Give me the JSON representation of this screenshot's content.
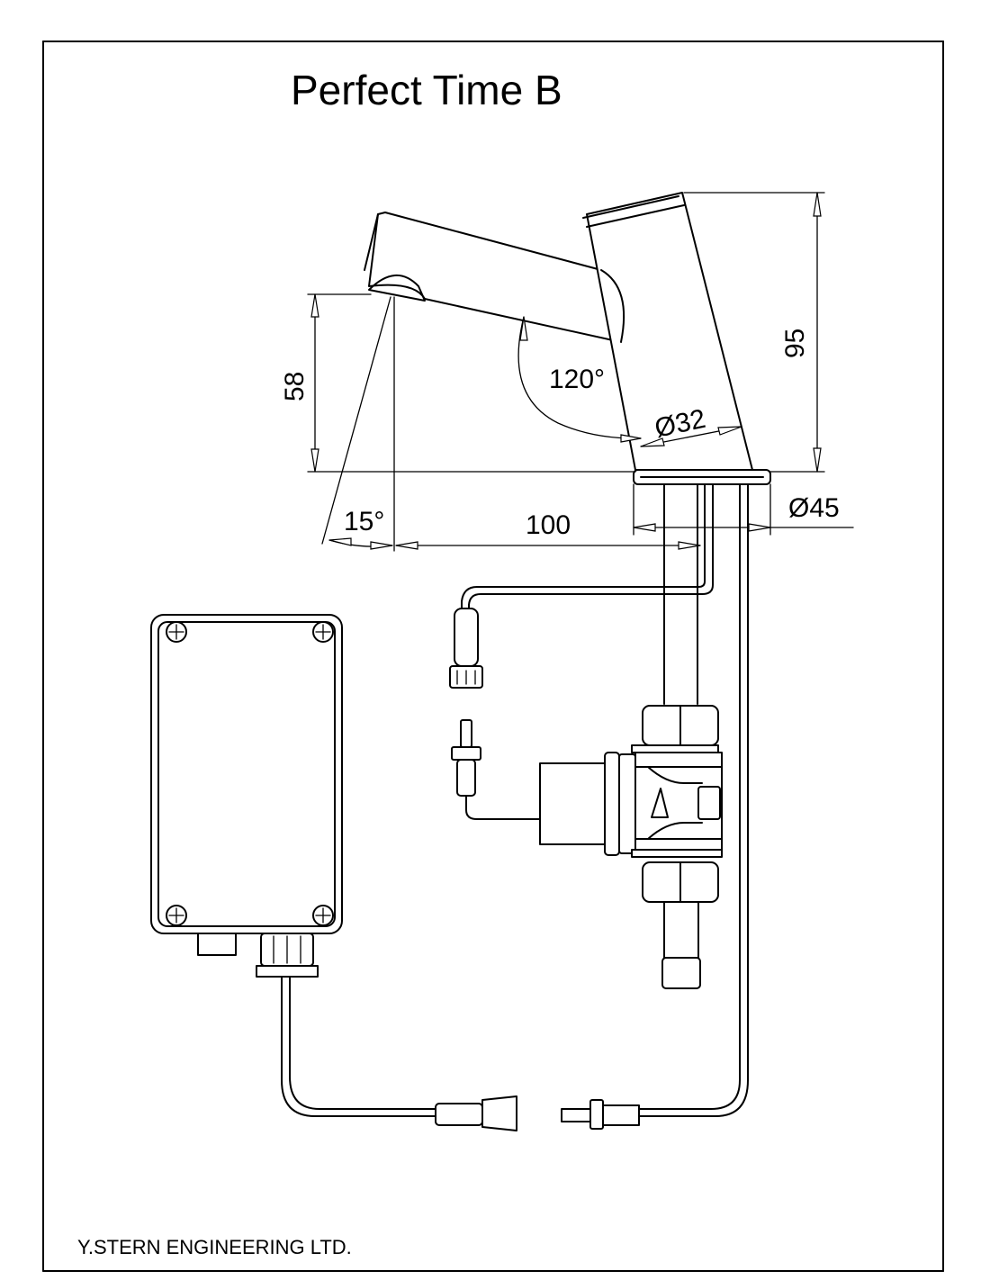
{
  "title": "Perfect Time B",
  "footer": "Y.STERN ENGINEERING LTD.",
  "dimensions": {
    "height_outlet": "58",
    "height_total": "95",
    "angle_spout": "120°",
    "angle_flow": "15°",
    "body_diameter": "Ø32",
    "base_diameter": "Ø45",
    "reach": "100"
  }
}
